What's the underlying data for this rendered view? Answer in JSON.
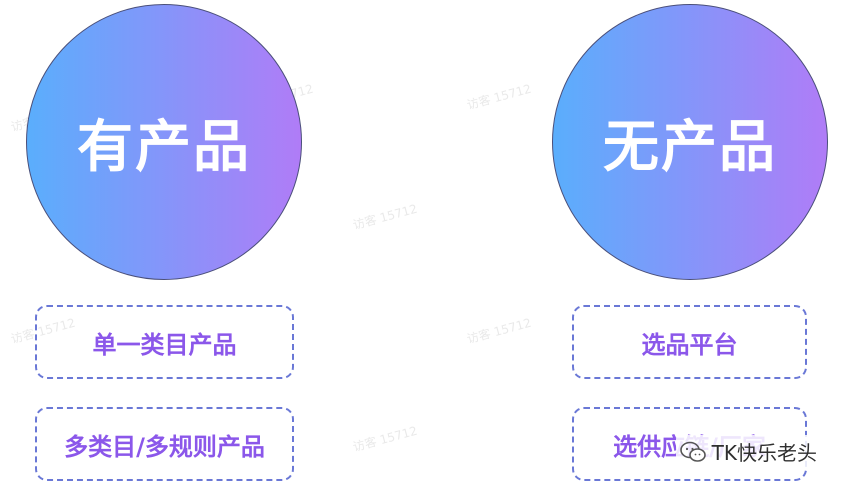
{
  "left": {
    "circle_label": "有产品",
    "tags": [
      "单一类目产品",
      "多类目/多规则产品"
    ]
  },
  "right": {
    "circle_label": "无产品",
    "tags": [
      "选品平台",
      "选供应链/厂家"
    ]
  },
  "watermark_text": "访客 15712",
  "brand": {
    "icon": "wechat-icon",
    "text": "TK快乐老头"
  },
  "colors": {
    "circle_gradient_start": "#5aaefc",
    "circle_gradient_end": "#b07cf7",
    "tag_border": "#6a78d6",
    "tag_text": "#8b57ea"
  }
}
